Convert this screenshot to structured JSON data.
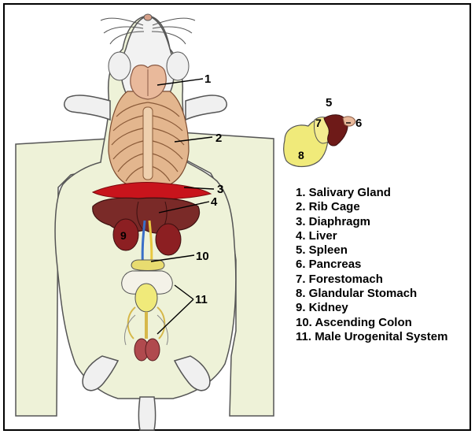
{
  "callouts": [
    "1",
    "2",
    "3",
    "4",
    "5",
    "6",
    "7",
    "8",
    "9",
    "10",
    "11"
  ],
  "legend": [
    "1. Salivary Gland",
    "2. Rib Cage",
    "3. Diaphragm",
    "4. Liver",
    "5. Spleen",
    "6. Pancreas",
    "7. Forestomach",
    "8. Glandular Stomach",
    "9. Kidney",
    "10. Ascending Colon",
    "11. Male Urogenital System"
  ],
  "colors": {
    "skin": "#eef2d8",
    "gland": "#e9b99b",
    "ribs": "#d9a57c",
    "diaphragm": "#c8141c",
    "liver": "#7a2a28",
    "kidney": "#8c1f22",
    "spleen": "#6e1a18",
    "stomach": "#f0ea7a",
    "vessel": "#3a6fc8"
  }
}
